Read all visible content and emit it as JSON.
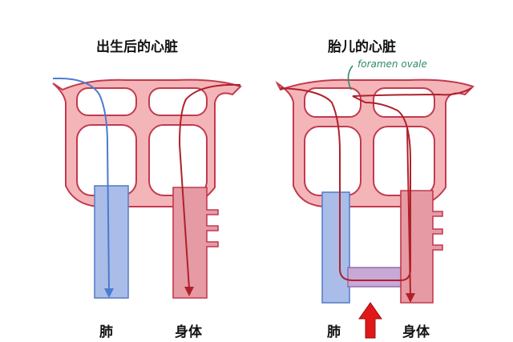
{
  "left_diagram": {
    "title": "出生后的心脏",
    "label_lungs": "肺",
    "label_body": "身体"
  },
  "right_diagram": {
    "title": "胎儿的心脏",
    "annotation": "foramen ovale",
    "label_lungs": "肺",
    "label_body": "身体"
  },
  "colors": {
    "heart_fill": "#f4b5b8",
    "heart_outline": "#c23a4e",
    "vein_blue": "#a9bde8",
    "artery_pink": "#e59aa4",
    "blood_line_red": "#b0202a",
    "blood_line_blue": "#4a7bd0",
    "annotation_green": "#2e8a6a",
    "arrow_red": "#e01818"
  }
}
